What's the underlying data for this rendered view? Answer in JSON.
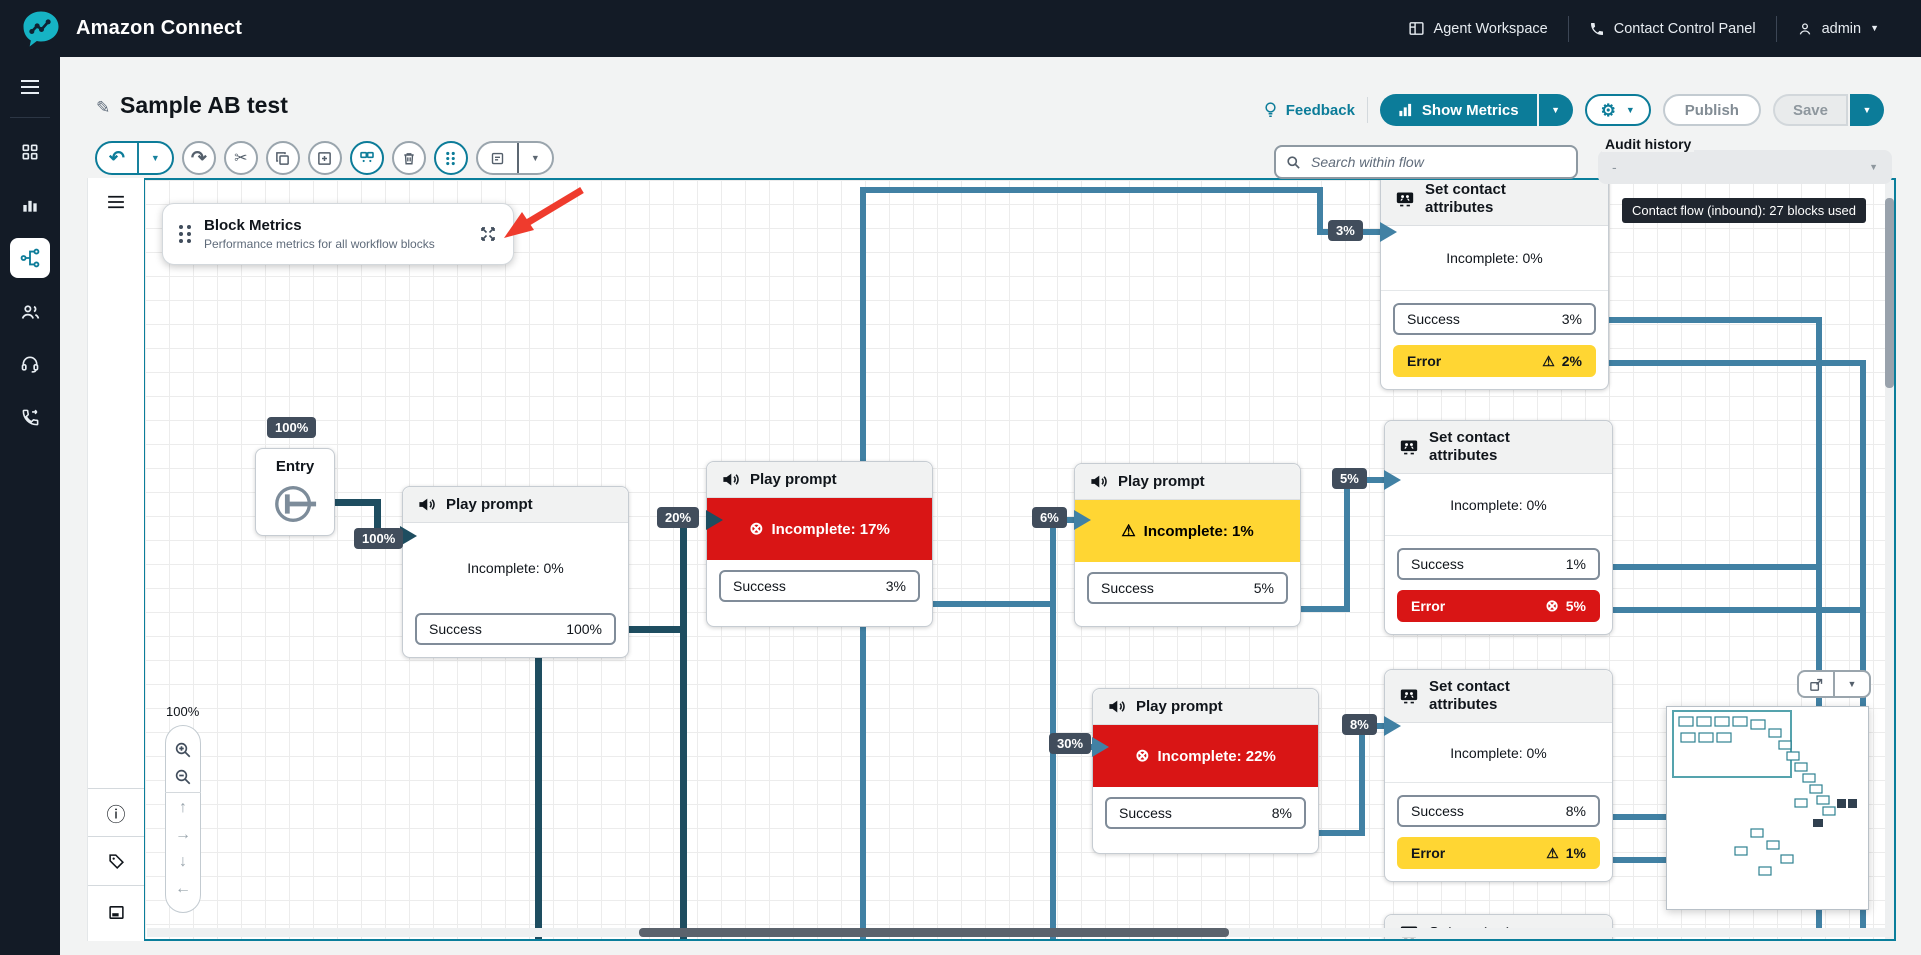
{
  "topbar": {
    "brand": "Amazon Connect",
    "agent_workspace": "Agent Workspace",
    "contact_control_panel": "Contact Control Panel",
    "user": "admin"
  },
  "titlebar": {
    "title": "Sample AB test",
    "feedback": "Feedback",
    "show_metrics": "Show Metrics",
    "publish": "Publish",
    "save": "Save"
  },
  "toolbar": {
    "search_placeholder": "Search within flow",
    "audit_label": "Audit history",
    "audit_value": "-"
  },
  "icons": {
    "gear": "⚙",
    "caret": "▼",
    "scissors": "✂",
    "undo": "↶",
    "redo": "↷",
    "pencil": "✎",
    "warning": "⚠",
    "error_x": "⊗",
    "info": "ⓘ",
    "arrow_up": "↑",
    "arrow_right": "→",
    "arrow_down": "↓",
    "arrow_left": "←"
  },
  "canvas": {
    "block_metrics": {
      "title": "Block Metrics",
      "subtitle": "Performance metrics for all workflow blocks"
    },
    "info_badge": "Contact flow (inbound): 27 blocks used",
    "zoom_level": "100%",
    "entry": {
      "label": "Entry"
    },
    "badges": {
      "entry_top": "100%",
      "entry_arrow": "100%",
      "pp2_in": "20%",
      "pp3_in": "6%",
      "sca_top_in": "3%",
      "sca_mid_in": "5%",
      "pp4_in": "30%",
      "sca_bot_in": "8%"
    },
    "blocks": [
      {
        "title": "Play prompt",
        "incomplete": "Incomplete: 0%",
        "rows": [
          {
            "label": "Success",
            "value": "100%"
          }
        ]
      },
      {
        "title": "Play prompt",
        "banner": "Incomplete: 17%",
        "rows": [
          {
            "label": "Success",
            "value": "3%"
          }
        ]
      },
      {
        "title": "Play prompt",
        "banner": "Incomplete: 1%",
        "rows": [
          {
            "label": "Success",
            "value": "5%"
          }
        ]
      },
      {
        "title": "Play prompt",
        "banner": "Incomplete: 22%",
        "rows": [
          {
            "label": "Success",
            "value": "8%"
          }
        ]
      },
      {
        "title": "Set contact attributes",
        "incomplete": "Incomplete: 0%",
        "rows": [
          {
            "label": "Success",
            "value": "3%"
          },
          {
            "label": "Error",
            "value": "2%"
          }
        ]
      },
      {
        "title": "Set contact attributes",
        "incomplete": "Incomplete: 0%",
        "rows": [
          {
            "label": "Success",
            "value": "1%"
          },
          {
            "label": "Error",
            "value": "5%"
          }
        ]
      },
      {
        "title": "Set contact attributes",
        "incomplete": "Incomplete: 0%",
        "rows": [
          {
            "label": "Success",
            "value": "8%"
          },
          {
            "label": "Error",
            "value": "1%"
          }
        ]
      },
      {
        "title": "Set contact"
      }
    ]
  },
  "colors": {
    "accent": "#0c7c99",
    "navy": "#131b26",
    "red": "#d91515",
    "yellow": "#ffd633",
    "badge_slate": "#414d5c",
    "connector_dark": "#1e4d60",
    "connector_teal": "#4181a4"
  }
}
